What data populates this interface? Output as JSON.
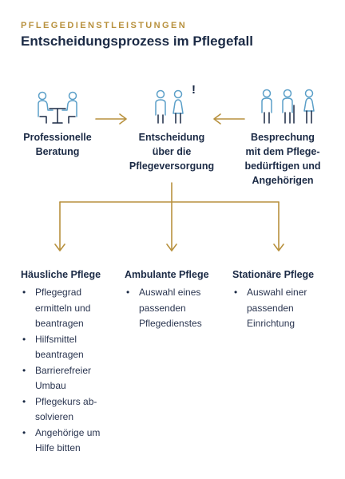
{
  "header": {
    "eyebrow": "PFLEGEDIENSTLEISTUNGEN",
    "title": "Entscheidungsprozess im Pflegefall"
  },
  "colors": {
    "accent_gold": "#b8913e",
    "navy": "#1b2a45",
    "icon_blue": "#5b9fc8"
  },
  "nodes": {
    "left": {
      "label": "Professionelle\nBeratung",
      "icon": "consultation-icon"
    },
    "center": {
      "label": "Entscheidung\nüber die\nPflegeversorgung",
      "icon": "decision-people-icon",
      "mark": "!"
    },
    "right": {
      "label": "Besprechung\nmit dem Pflege-\nbedürftigen und\nAngehörigen",
      "icon": "family-icon"
    }
  },
  "columns": [
    {
      "heading": "Häusliche Pflege",
      "items": [
        "Pflegegrad\nermitteln und\nbeantragen",
        "Hilfsmittel\nbeantragen",
        "Barrierefreier\nUmbau",
        "Pflegekurs ab-\nsolvieren",
        "Angehörige um\nHilfe bitten"
      ]
    },
    {
      "heading": "Ambulante Pflege",
      "items": [
        "Auswahl eines\npassenden\nPflegedienstes"
      ]
    },
    {
      "heading": "Stationäre Pflege",
      "items": [
        "Auswahl einer\npassenden\nEinrichtung"
      ]
    }
  ]
}
